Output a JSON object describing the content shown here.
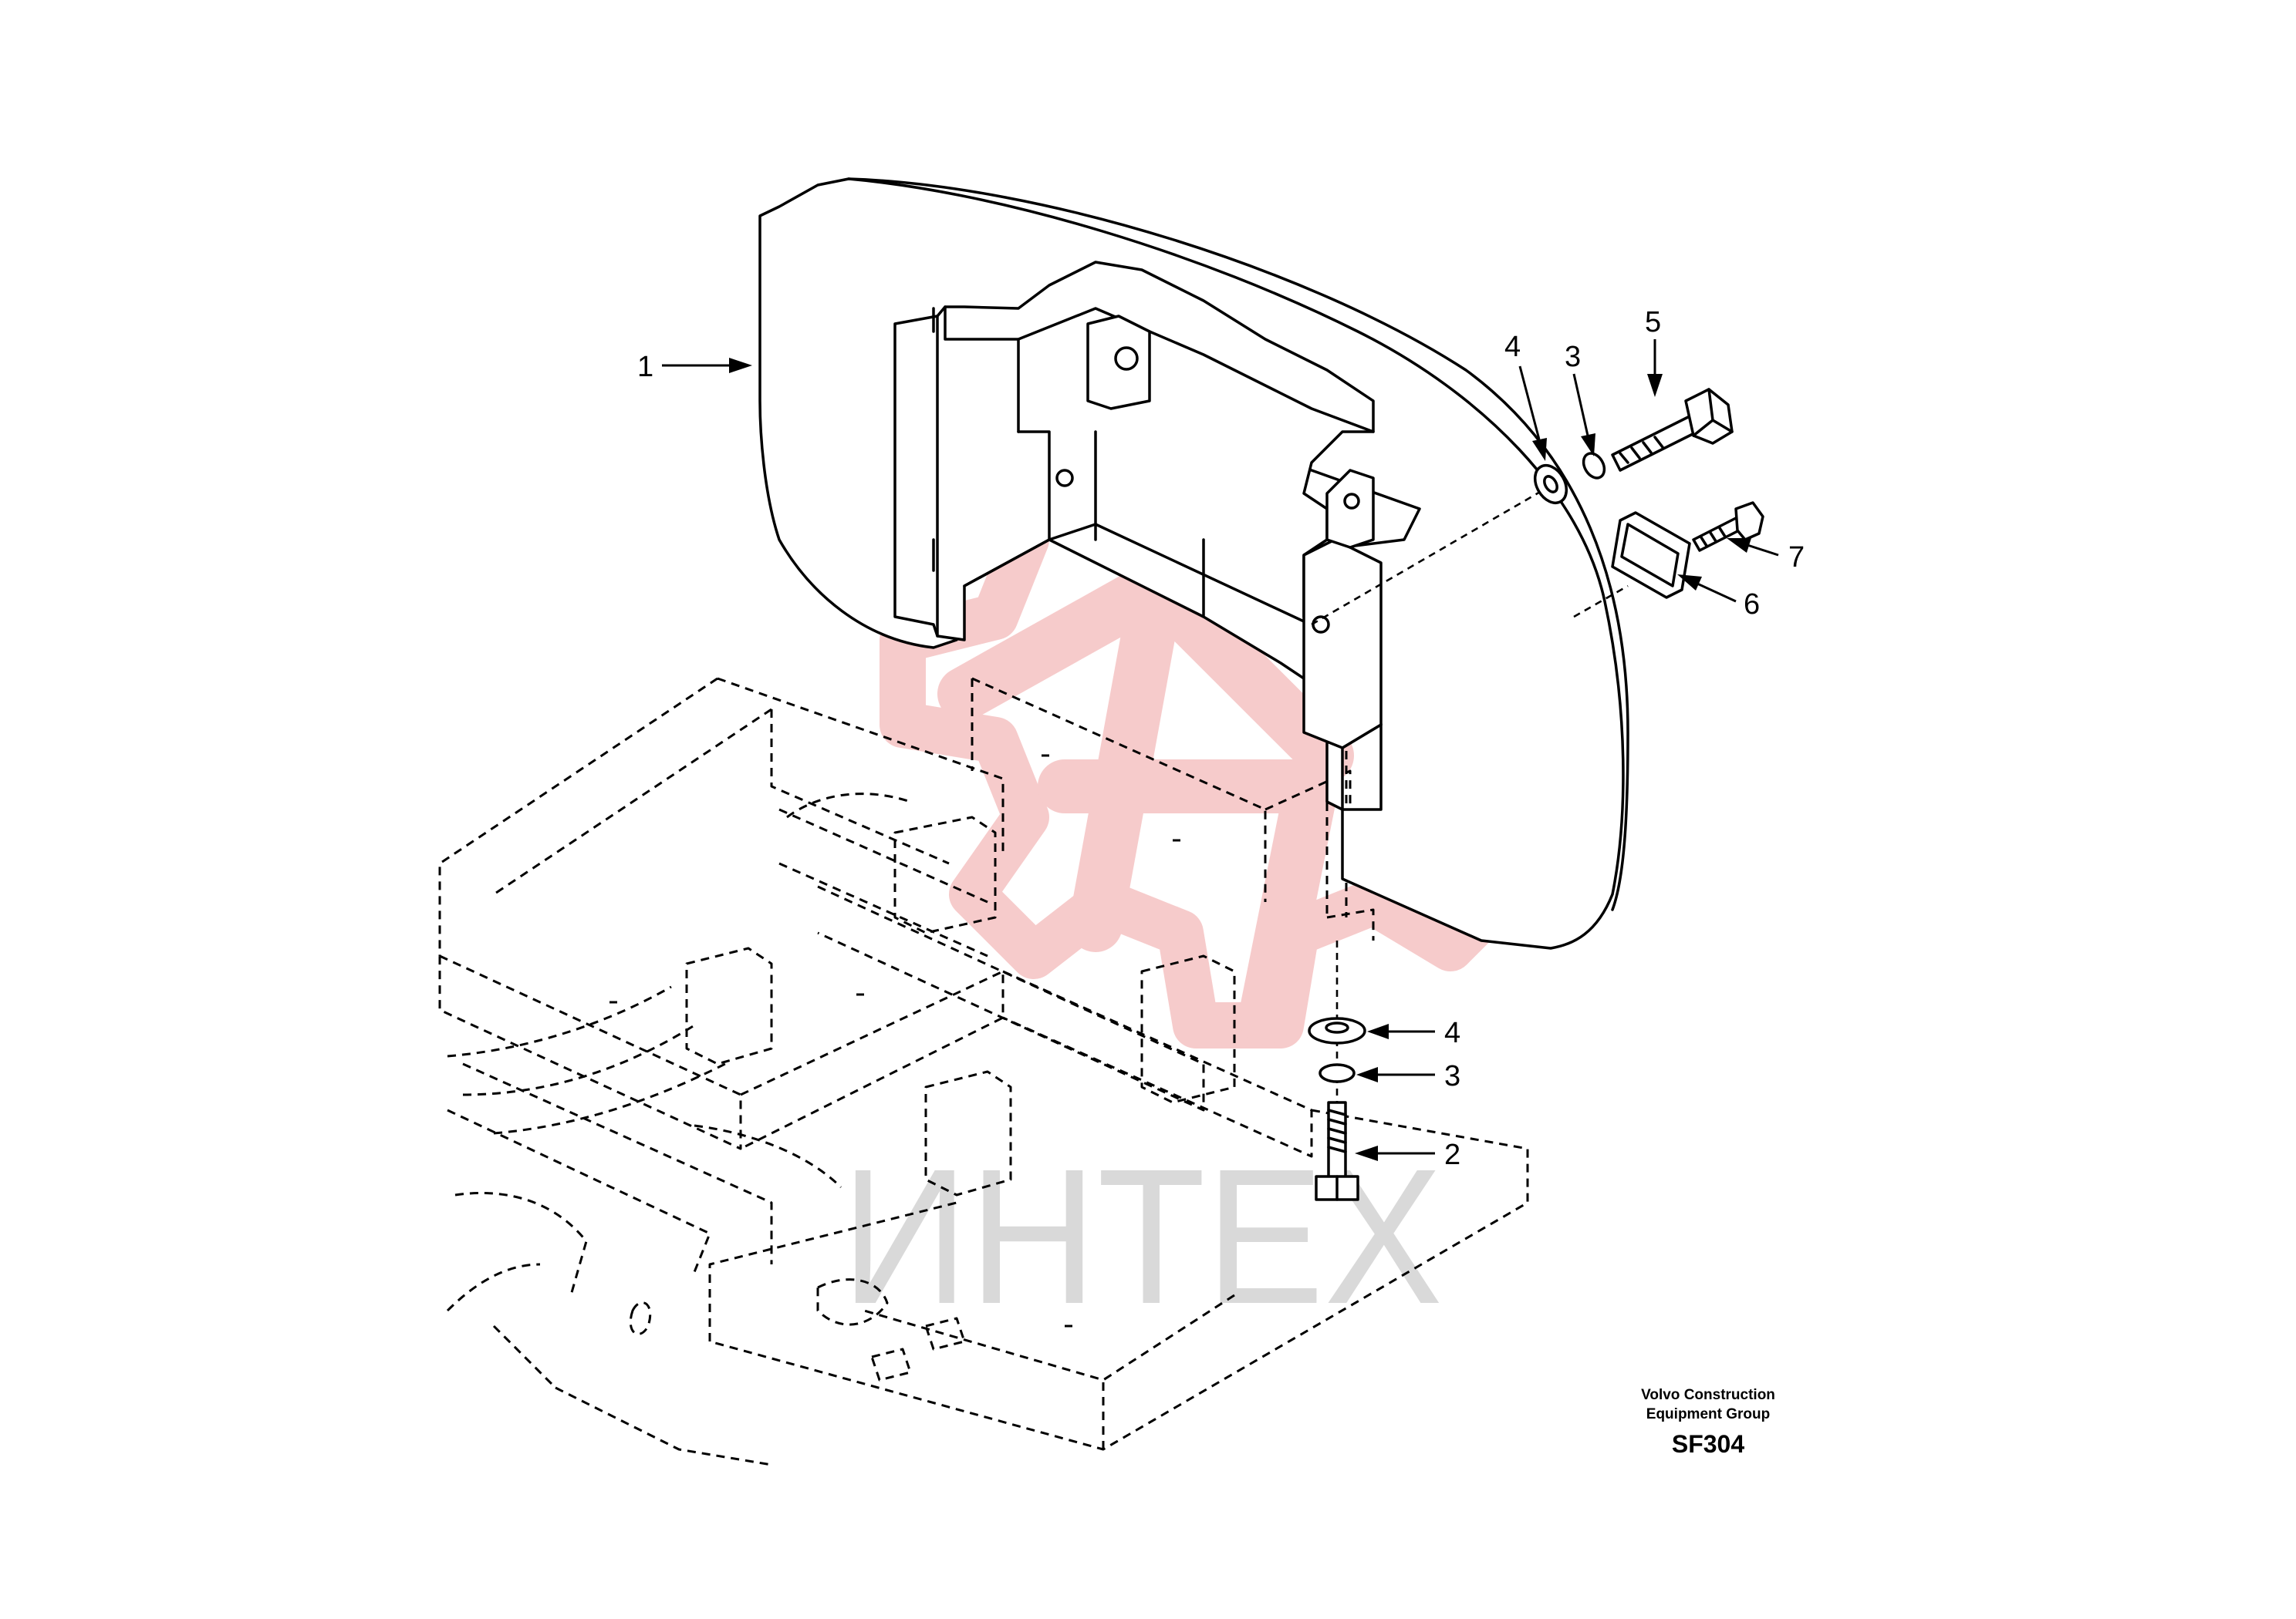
{
  "drawing": {
    "callouts": [
      {
        "id": "c1",
        "number": "1"
      },
      {
        "id": "c2",
        "number": "2"
      },
      {
        "id": "c3a",
        "number": "3"
      },
      {
        "id": "c3b",
        "number": "3"
      },
      {
        "id": "c4a",
        "number": "4"
      },
      {
        "id": "c4b",
        "number": "4"
      },
      {
        "id": "c5",
        "number": "5"
      },
      {
        "id": "c6",
        "number": "6"
      },
      {
        "id": "c7",
        "number": "7"
      }
    ],
    "caption": {
      "company_line1": "Volvo Construction",
      "company_line2": "Equipment Group",
      "code": "SF304"
    },
    "watermark_text": "ИНТЕХ",
    "colors": {
      "line": "#000000",
      "watermark_logo": "#f6c9c9",
      "watermark_text": "#d9d9d9",
      "background": "#ffffff"
    }
  }
}
